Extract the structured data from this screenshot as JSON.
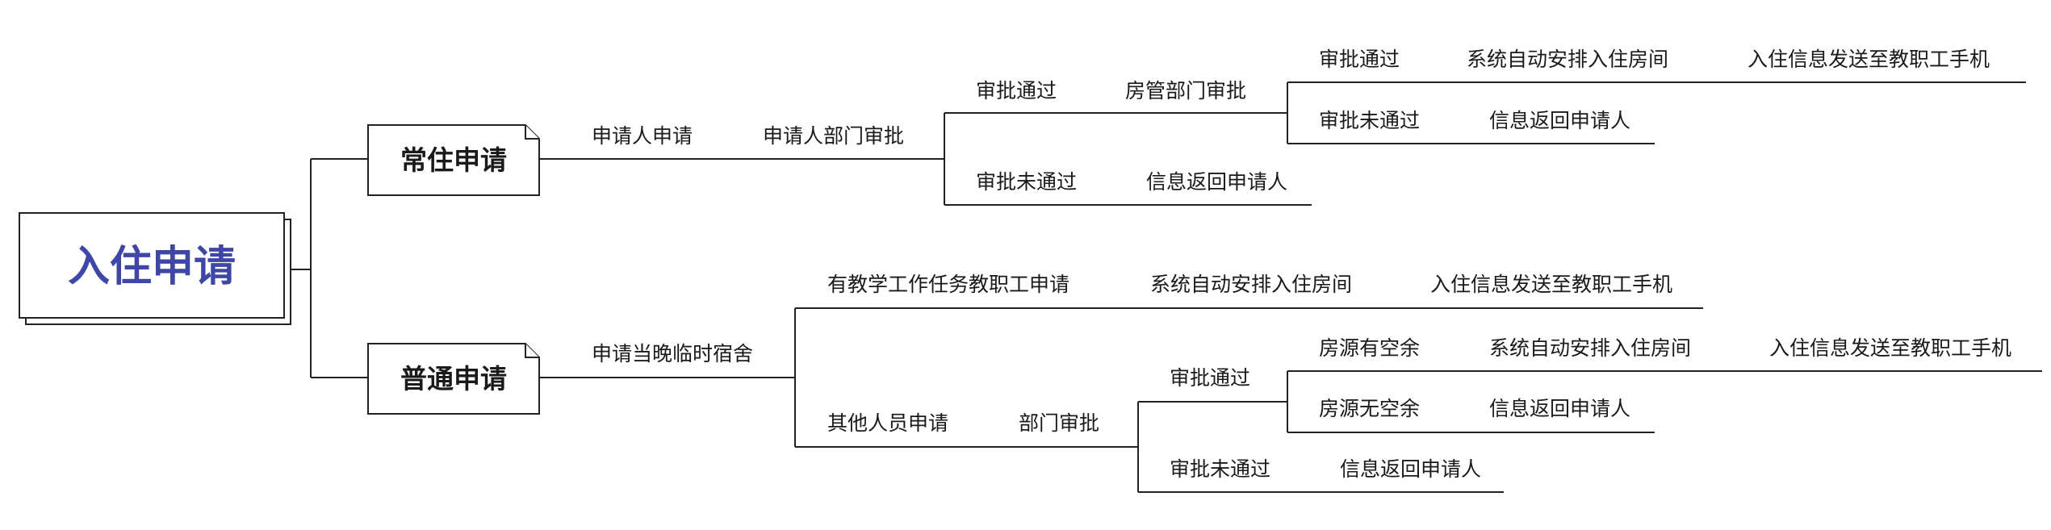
{
  "mindmap": {
    "root": "入住申请",
    "branches": {
      "regular": {
        "label": "常住申请",
        "chain": [
          "申请人申请",
          "申请人部门审批"
        ],
        "approved": {
          "label": "审批通过",
          "next": "房管部门审批",
          "approved": {
            "label": "审批通过",
            "next": "系统自动安排入住房间",
            "then": "入住信息发送至教职工手机"
          },
          "rejected": {
            "label": "审批未通过",
            "next": "信息返回申请人"
          }
        },
        "rejected": {
          "label": "审批未通过",
          "next": "信息返回申请人"
        }
      },
      "temporary": {
        "label": "普通申请",
        "chain": [
          "申请当晚临时宿舍"
        ],
        "staff": {
          "label": "有教学工作任务教职工申请",
          "next": "系统自动安排入住房间",
          "then": "入住信息发送至教职工手机"
        },
        "others": {
          "label": "其他人员申请",
          "next": "部门审批",
          "approved": {
            "label": "审批通过",
            "available": {
              "label": "房源有空余",
              "next": "系统自动安排入住房间",
              "then": "入住信息发送至教职工手机"
            },
            "unavailable": {
              "label": "房源无空余",
              "next": "信息返回申请人"
            }
          },
          "rejected": {
            "label": "审批未通过",
            "next": "信息返回申请人"
          }
        }
      }
    }
  }
}
